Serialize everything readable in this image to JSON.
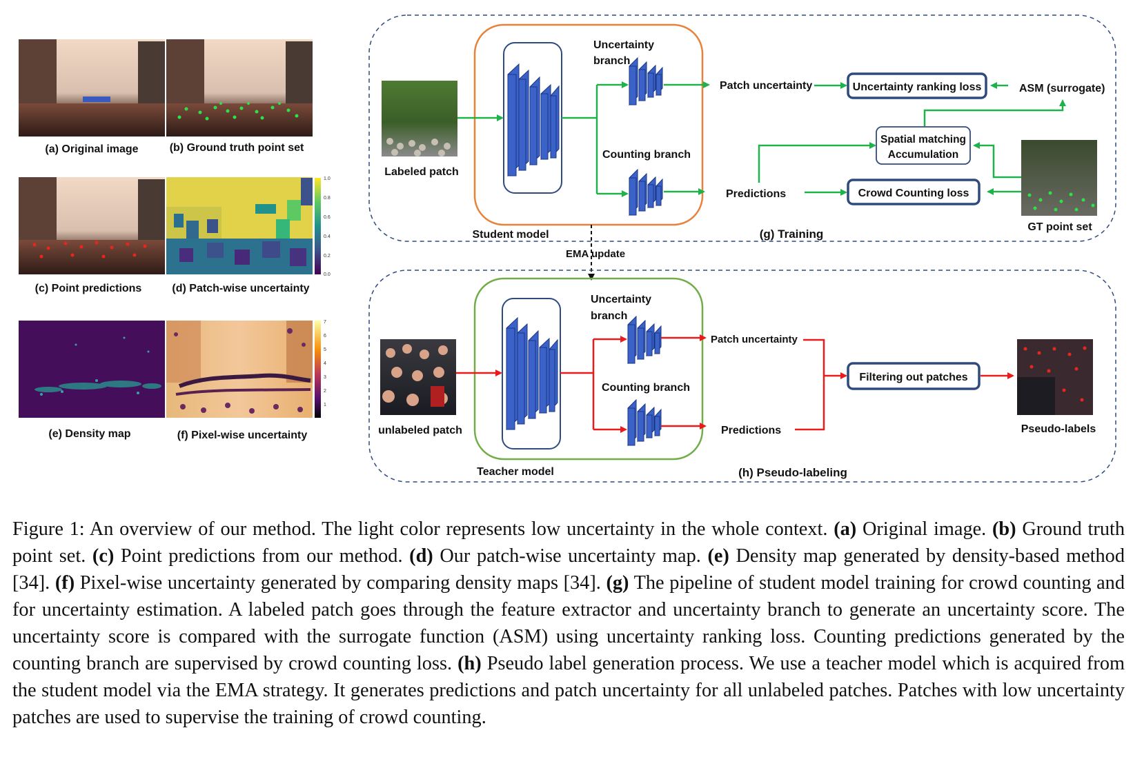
{
  "left_panels": {
    "a": "(a) Original image",
    "b": "(b) Ground truth point set",
    "c": "(c) Point predictions",
    "d": "(d) Patch-wise uncertainty",
    "e": "(e) Density map",
    "f": "(f) Pixel-wise uncertainty",
    "cbar_d_ticks": [
      "1.0",
      "0.8",
      "0.6",
      "0.4",
      "0.2",
      "0.0"
    ],
    "cbar_f_ticks": [
      "7",
      "6",
      "5",
      "4",
      "3",
      "2",
      "1"
    ]
  },
  "training": {
    "labeled_patch": "Labeled patch",
    "student_model": "Student model",
    "uncertainty_branch_line1": "Uncertainty",
    "uncertainty_branch_line2": "branch",
    "counting_branch": "Counting branch",
    "patch_uncertainty": "Patch uncertainty",
    "uncertainty_ranking_loss": "Uncertainty ranking loss",
    "asm": "ASM (surrogate)",
    "spatial_line1": "Spatial matching",
    "spatial_line2": "Accumulation",
    "predictions": "Predictions",
    "crowd_counting_loss": "Crowd Counting loss",
    "gt_point_set": "GT point set",
    "section_label": "(g) Training"
  },
  "ema_update": "EMA update",
  "pseudo": {
    "unlabeled_patch": "unlabeled patch",
    "teacher_model": "Teacher model",
    "uncertainty_branch_line1": "Uncertainty",
    "uncertainty_branch_line2": "branch",
    "counting_branch": "Counting branch",
    "patch_uncertainty": "Patch uncertainty",
    "predictions": "Predictions",
    "filtering": "Filtering out patches",
    "pseudo_labels": "Pseudo-labels",
    "section_label": "(h) Pseudo-labeling"
  },
  "colors": {
    "student_border": "#e8823a",
    "teacher_border": "#70ad47",
    "green_arrow": "#1fb14a",
    "red_arrow": "#e81c1c",
    "box_border": "#2e4a7f",
    "cnn_blue": "#3a62c9"
  },
  "caption": {
    "intro": "Figure 1: An overview of our method. The light color represents low uncertainty in the whole context.",
    "a_tag": "(a)",
    "a_text": "Original image.",
    "b_tag": "(b)",
    "b_text": "Ground truth point set.",
    "c_tag": "(c)",
    "c_text": "Point predictions from our method.",
    "d_tag": "(d)",
    "d_text": "Our patch-wise uncertainty map.",
    "e_tag": "(e)",
    "e_text": "Density map generated by density-based method [34].",
    "f_tag": "(f)",
    "f_text": "Pixel-wise uncertainty generated by comparing density maps [34].",
    "g_tag": "(g)",
    "g_text": "The pipeline of student model training for crowd counting and for uncertainty estimation. A labeled patch goes through the feature extractor and uncertainty branch to generate an uncertainty score. The uncertainty score is compared with the surrogate function (ASM) using uncertainty ranking loss. Counting predictions generated by the counting branch are supervised by crowd counting loss.",
    "h_tag": "(h)",
    "h_text": "Pseudo label generation process. We use a teacher model which is acquired from the student model via the EMA strategy. It generates predictions and patch uncertainty for all unlabeled patches. Patches with low uncertainty patches are used to supervise the training of crowd counting."
  }
}
